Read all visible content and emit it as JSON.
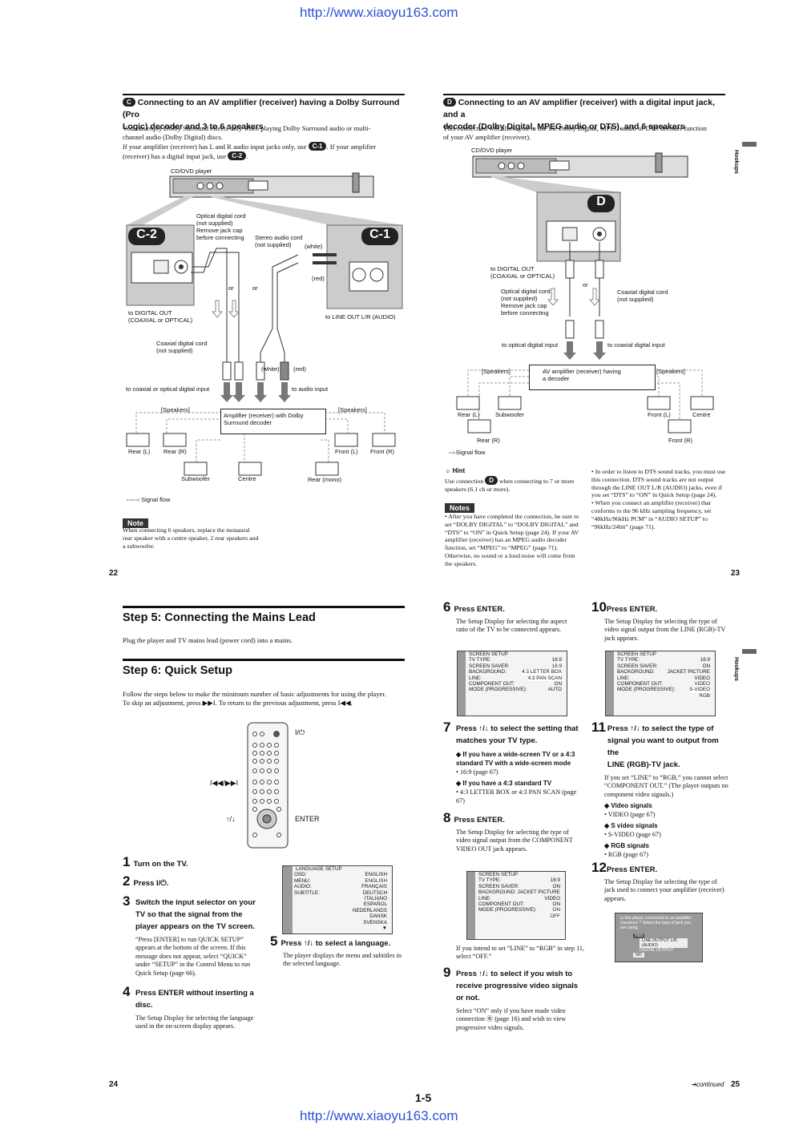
{
  "urls": {
    "top": "http://www.xiaoyu163.com",
    "bottom": "http://www.xiaoyu163.com"
  },
  "section_tab": "Hookups",
  "p22": {
    "c_label": "C",
    "title_line1": "Connecting to an AV amplifier (receiver) having a Dolby Surround (Pro",
    "title_line2": "Logic) decoder and 3 to 6 speakers",
    "intro1": "You can enjoy Dolby Surround effects only when playing Dolby Surround audio or multi-",
    "intro2": "channel audio (Dolby Digital) discs.",
    "intro3a": "If your amplifier (receiver) has L and R audio input jacks only, use",
    "intro3b": ". If your amplifier",
    "intro4a": "(receiver) has a digital input jack, use",
    "c1": "C-1",
    "c2": "C-2",
    "player": "CD/DVD player",
    "optical_cord": "Optical digital cord\n(not supplied)\nRemove jack cap\nbefore connecting",
    "stereo_cord": "Stereo audio cord\n(not supplied)",
    "white": "(white)",
    "red": "(red)",
    "or": "or",
    "digital_out": "to DIGITAL OUT\n(COAXIAL or OPTICAL)",
    "line_out": "to LINE OUT L/R (AUDIO)",
    "coaxial_cord": "Coaxial digital cord\n(not supplied)",
    "to_coax": "to coaxial or optical digital input",
    "to_audio": "to audio input",
    "speakers": "[Speakers]",
    "amp": "Amplifier (receiver) with Dolby\nSurround decoder",
    "rear_l": "Rear (L)",
    "rear_r": "Rear (R)",
    "front_l": "Front (L)",
    "front_r": "Front (R)",
    "subwoofer": "Subwoofer",
    "centre": "Centre",
    "rear_mono": "Rear (mono)",
    "signal_flow": ": Signal flow",
    "note_label": "Note",
    "note": "When connecting 6 speakers, replace the monaural rear speaker with a centre speaker, 2 rear speakers and a subwoofer.",
    "page": "22"
  },
  "p23": {
    "d_label": "D",
    "title_line1": "Connecting to an AV amplifier (receiver) with a digital input jack, and a",
    "title_line2": "decoder (Dolby Digital, MPEG audio or DTS), and 6 speakers",
    "intro1": "This connection will allow you to use the Dolby Digital, MPEG audio or DTS decoder function",
    "intro2": "of your AV amplifier (receiver).",
    "player": "CD/DVD player",
    "badge": "D",
    "digital_out": "to DIGITAL OUT\n(COAXIAL or OPTICAL)",
    "or": "or",
    "optical_cord": "Optical digital cord\n(not supplied)\nRemove jack cap\nbefore connecting",
    "coaxial_cord": "Coaxial digital cord\n(not supplied)",
    "to_optical": "to optical digital input",
    "to_coax": "to coaxial digital input",
    "speakers": "[Speakers]",
    "amp": "AV amplifier (receiver) having\na decoder",
    "rear_l": "Rear (L)",
    "subwoofer": "Subwoofer",
    "front_l": "Front (L)",
    "centre": "Centre",
    "rear_r": "Rear (R)",
    "front_r": "Front (R)",
    "signal_flow": ": Signal flow",
    "hint_label": "Hint",
    "hint_a": "Use connection",
    "hint_b": "when connecting to 7 or more speakers (6.1 ch or more).",
    "notes_label": "Notes",
    "notes": [
      "After you have completed the connection, be sure to set “DOLBY DIGITAL” to “DOLBY DIGITAL” and “DTS” to “ON” in Quick Setup (page 24). If your AV amplifier (receiver) has an MPEG audio decoder function, set “MPEG” to “MPEG” (page 71). Otherwise, no sound or a loud noise will come from the speakers."
    ],
    "bullets": [
      "In order to listen to DTS sound tracks, you must use this connection. DTS sound tracks are not output through the LINE OUT L/R (AUDIO) jacks, even if you set “DTS” to “ON” in Quick Setup (page 24).",
      "When you connect an amplifier (receiver) that conforms to the 96 kHz sampling frequency, set “48kHz/96kHz PCM” in “AUDIO SETUP” to “96kHz/24bit” (page 71)."
    ],
    "page": "23"
  },
  "p24": {
    "step5_title": "Step 5: Connecting the Mains Lead",
    "step5_body": "Plug the player and TV mains lead (power cord) into a mains.",
    "step6_title": "Step 6: Quick Setup",
    "step6_body1": "Follow the steps below to make the minimum number of basic adjustments for using the player.",
    "step6_body2": "To skip an adjustment, press ▶▶I. To return to the previous adjustment, press I◀◀.",
    "remote_power": "I/⏻",
    "remote_skip": "I◀◀/▶▶I",
    "remote_arrows": "↑/↓",
    "remote_enter": "ENTER",
    "s1n": "1",
    "s1": "Turn on the TV.",
    "s2n": "2",
    "s2": "Press I/⏻.",
    "s3n": "3",
    "s3a": "Switch the input selector on your",
    "s3b": "TV so that the signal from the",
    "s3c": "player appears on the TV screen.",
    "s3body": "“Press [ENTER] to run QUICK SETUP” appears at the bottom of the screen. If this message does not appear, select “QUICK” under “SETUP” in the Control Menu to run Quick Setup (page 66).",
    "s4n": "4",
    "s4a": "Press ENTER without inserting a",
    "s4b": "disc.",
    "s4body": "The Setup Display for selecting the language used in the on-screen display appears.",
    "lang_screen": {
      "title": "LANGUAGE SETUP",
      "rows": [
        [
          "OSD:",
          "ENGLISH"
        ],
        [
          "MENU:",
          "ENGLISH"
        ],
        [
          "AUDIO:",
          "FRANÇAIS"
        ],
        [
          "SUBTITLE:",
          "DEUTSCH"
        ],
        [
          "",
          "ITALIANO"
        ],
        [
          "",
          "ESPAÑOL"
        ],
        [
          "",
          "NEDERLANDS"
        ],
        [
          "",
          "DANSK"
        ],
        [
          "",
          "SVENSKA"
        ],
        [
          "",
          "▼"
        ]
      ]
    },
    "s5n": "5",
    "s5": "Press ↑/↓ to select a language.",
    "s5body": "The player displays the menu and subtitles in the selected language.",
    "page": "24"
  },
  "p25": {
    "s6n": "6",
    "s6": "Press ENTER.",
    "s6body": "The Setup Display for selecting the aspect ratio of the TV to be connected appears.",
    "screen1": {
      "title": "SCREEN SETUP",
      "rows": [
        [
          "TV TYPE:",
          "16:9"
        ],
        [
          "SCREEN SAVER:",
          "16:9"
        ],
        [
          "BACKGROUND:",
          "4:3 LETTER BOX"
        ],
        [
          "LINE:",
          "4:3 PAN SCAN"
        ],
        [
          "COMPONENT OUT:",
          "ON"
        ],
        [
          "MODE (PROGRESSIVE):",
          "AUTO"
        ]
      ]
    },
    "s7n": "7",
    "s7a": "Press ↑/↓ to select the setting that",
    "s7b": "matches your TV type.",
    "s7w": "◆ If you have a wide-screen TV or a 4:3 standard TV with a wide-screen mode",
    "s7w1": "• 16:9 (page 67)",
    "s7s": "◆ If you have a 4:3 standard TV",
    "s7s1": "• 4:3 LETTER BOX or 4:3 PAN SCAN (page 67)",
    "s8n": "8",
    "s8": "Press ENTER.",
    "s8body": "The Setup Display for selecting the type of video signal output from the COMPONENT VIDEO OUT jack appears.",
    "screen2": {
      "title": "SCREEN SETUP",
      "rows": [
        [
          "TV TYPE:",
          "16:9"
        ],
        [
          "SCREEN SAVER:",
          "ON"
        ],
        [
          "BACKGROUND:",
          "JACKET PICTURE"
        ],
        [
          "LINE:",
          "VIDEO"
        ],
        [
          "COMPONENT OUT:",
          "ON"
        ],
        [
          "MODE (PROGRESSIVE):",
          "ON"
        ],
        [
          "",
          "OFF"
        ]
      ]
    },
    "s8after": "If you intend to set “LINE” to “RGB” in step 11, select “OFF.”",
    "s9n": "9",
    "s9a": "Press ↑/↓ to select if you wish to",
    "s9b": "receive progressive video signals",
    "s9c": "or not.",
    "s9body": "Select “ON” only if you have made video connection Ⓑ (page 16) and wish to view progressive video signals.",
    "s10n": "10",
    "s10": "Press ENTER.",
    "s10body": "The Setup Display for selecting the type of video signal output from the LINE (RGB)-TV jack appears.",
    "screen3": {
      "title": "SCREEN SETUP",
      "rows": [
        [
          "TV TYPE:",
          "16:9"
        ],
        [
          "SCREEN SAVER:",
          "ON"
        ],
        [
          "BACKGROUND:",
          "JACKET PICTURE"
        ],
        [
          "LINE:",
          "VIDEO"
        ],
        [
          "COMPONENT OUT:",
          "VIDEO"
        ],
        [
          "MODE (PROGRESSIVE):",
          "S-VIDEO"
        ],
        [
          "",
          "RGB"
        ]
      ]
    },
    "s11n": "11",
    "s11a": "Press ↑/↓ to select the type of",
    "s11b": "signal you want to output from the",
    "s11c": "LINE (RGB)-TV jack.",
    "s11body": "If you set “LINE” to “RGB,” you cannot select “COMPONENT OUT.” (The player outputs no component video signals.)",
    "vs": "◆ Video signals",
    "vs1": "• VIDEO (page 67)",
    "sv": "◆ S video signals",
    "sv1": "• S-VIDEO (page 67)",
    "rgb": "◆ RGB signals",
    "rgb1": "• RGB (page 67)",
    "s12n": "12",
    "s12": "Press ENTER.",
    "s12body": "The Setup Display for selecting the type of jack used to connect your amplifier (receiver) appears.",
    "screen4": {
      "q": "Is this player connected to an amplifier (receiver) ? Select the type of jack you are using.",
      "yes": "YES",
      "o1": "LINE OUTPUT L/R (AUDIO)",
      "o2": "DIGITAL OUTPUT",
      "no": "NO"
    },
    "continued": "➔continued",
    "page": "25"
  },
  "center_page": "1-5"
}
